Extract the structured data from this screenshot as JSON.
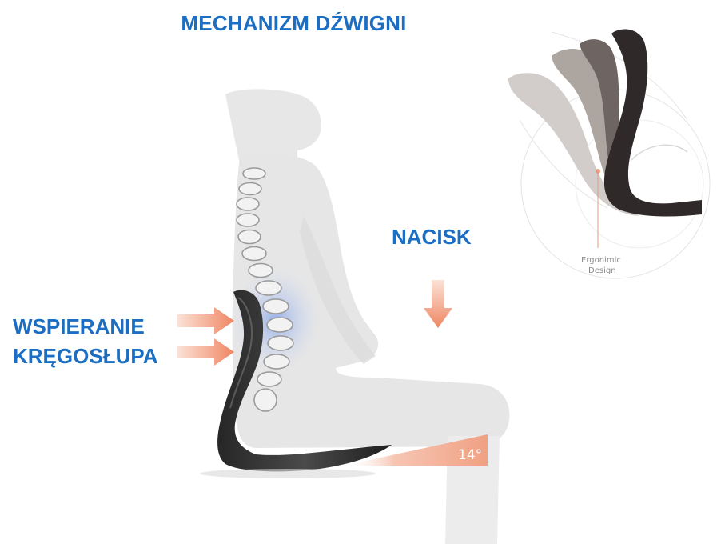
{
  "title": "MECHANIZM DŹWIGNI",
  "labels": {
    "pressure": "NACISK",
    "spine_support_line1": "WSPIERANIE",
    "spine_support_line2": "KRĘGOSŁUPA",
    "angle": "14°",
    "inset_caption_line1": "Ergonimic",
    "inset_caption_line2": "Design"
  },
  "colors": {
    "title_blue": "#1b6ec2",
    "arrow_orange": "#f08a68",
    "silhouette_gray": "#e6e6e6",
    "backrest_dark": "#3a3a3a",
    "angle_wedge": "#f2a98d"
  },
  "icons": [
    "arrow-right-icon",
    "arrow-down-icon"
  ]
}
